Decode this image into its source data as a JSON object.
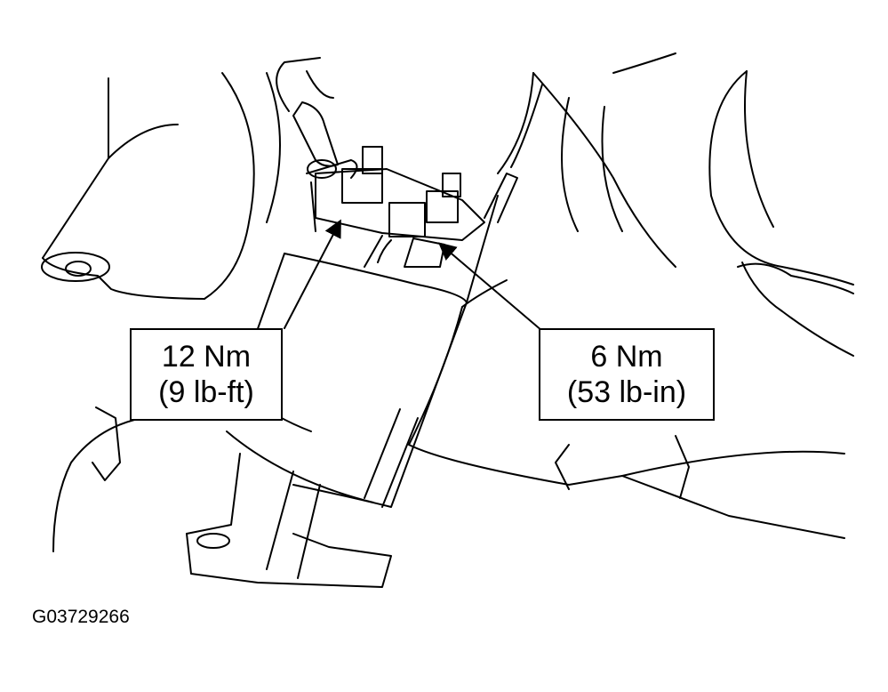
{
  "diagram": {
    "callouts": [
      {
        "torque_metric": "12 Nm",
        "torque_imperial": "(9 lb-ft)"
      },
      {
        "torque_metric": "6 Nm",
        "torque_imperial": "(53 lb-in)"
      }
    ],
    "figure_code": "G03729266"
  }
}
